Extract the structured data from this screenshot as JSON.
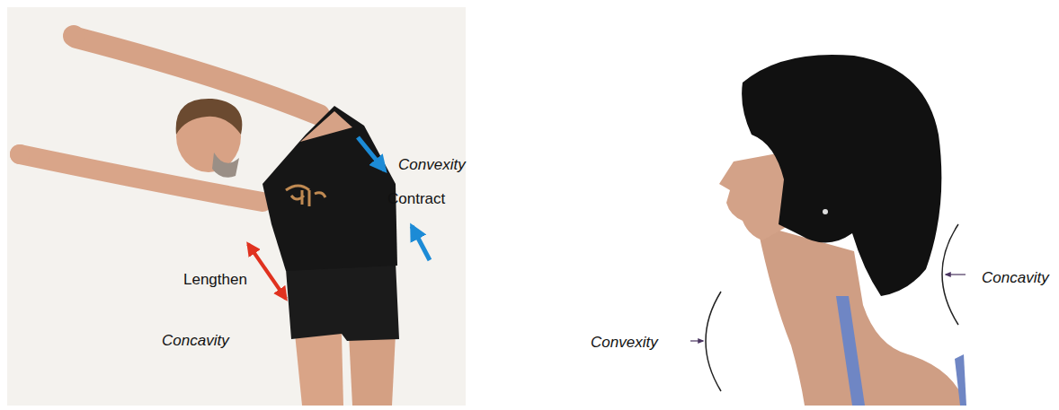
{
  "diagram": {
    "labels": [
      "Convexity",
      "Contract",
      "Lengthen",
      "Concavity",
      "Concavity",
      "Convexity"
    ]
  }
}
